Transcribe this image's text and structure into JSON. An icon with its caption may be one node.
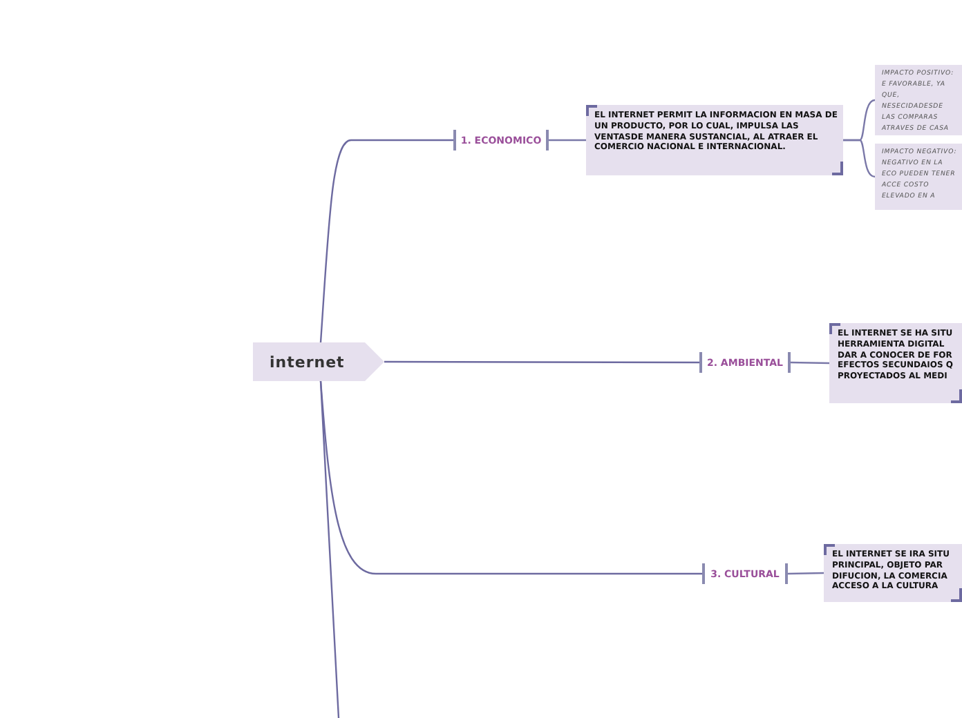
{
  "diagram": {
    "nodes": [
      {
        "text": [
          "internet"
        ]
      },
      {
        "text": [
          "1. ECONOMICO"
        ]
      },
      {
        "text": [
          "EL INTERNET PERMIT LA INFORMACION EN MASA DE UN PRODUCTO, POR LO CUAL, IMPULSA LAS VENTASDE MANERA SUSTANCIAL, AL ATRAER EL COMERCIO NACIONAL E INTERNACIONAL."
        ]
      },
      {
        "text": [
          "IMPACTO POSITIVO: E FAVORABLE, YA QUE, NESECIDADESDE LAS COMPARAS ATRAVES DE CASA"
        ]
      },
      {
        "text": [
          "IMPACTO NEGATIVO: NEGATIVO EN LA ECO PUEDEN TENER ACCE COSTO ELEVADO EN A"
        ]
      },
      {
        "text": [
          "2. AMBIENTAL"
        ]
      },
      {
        "text": [
          "EL INTERNET SE HA SITU HERRAMIENTA DIGITAL DAR A CONOCER DE FOR EFECTOS SECUNDAIOS Q PROYECTADOS AL MEDI"
        ]
      },
      {
        "text": [
          "3. CULTURAL"
        ]
      },
      {
        "text": [
          "EL INTERNET SE IRA SITU PRINCIPAL, OBJETO PAR DIFUCION, LA COMERCIA ACCESO A LA CULTURA"
        ]
      }
    ],
    "edges": [
      {
        "from": 0,
        "to": 1,
        "arrow": "none"
      },
      {
        "from": 1,
        "to": 2,
        "arrow": "none"
      },
      {
        "from": 2,
        "to": 3,
        "arrow": "none"
      },
      {
        "from": 2,
        "to": 4,
        "arrow": "none"
      },
      {
        "from": 0,
        "to": 5,
        "arrow": "none"
      },
      {
        "from": 5,
        "to": 6,
        "arrow": "none"
      },
      {
        "from": 0,
        "to": 7,
        "arrow": "none"
      },
      {
        "from": 7,
        "to": 8,
        "arrow": "none"
      },
      {
        "from": 0,
        "to": null,
        "arrow": "none"
      }
    ]
  }
}
